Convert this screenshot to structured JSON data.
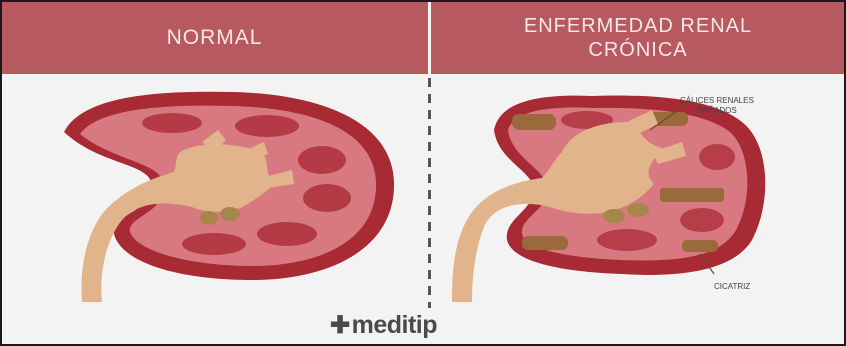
{
  "header": {
    "normal": "NORMAL",
    "ckd_line1": "ENFERMEDAD RENAL",
    "ckd_line2": "CRÓNICA"
  },
  "labels": {
    "calyces_line1": "CÁLICES RENALES",
    "calyces_line2": "DAÑADOS",
    "scar": "CICATRIZ"
  },
  "logo": {
    "text": "meditip"
  },
  "colors": {
    "header_bg": "#b75a5f",
    "kidney_outer": "#a72a35",
    "kidney_inner": "#d87982",
    "pyramid": "#b0343f",
    "pelvis": "#e2b48c",
    "damaged": "#9b6a3c"
  }
}
